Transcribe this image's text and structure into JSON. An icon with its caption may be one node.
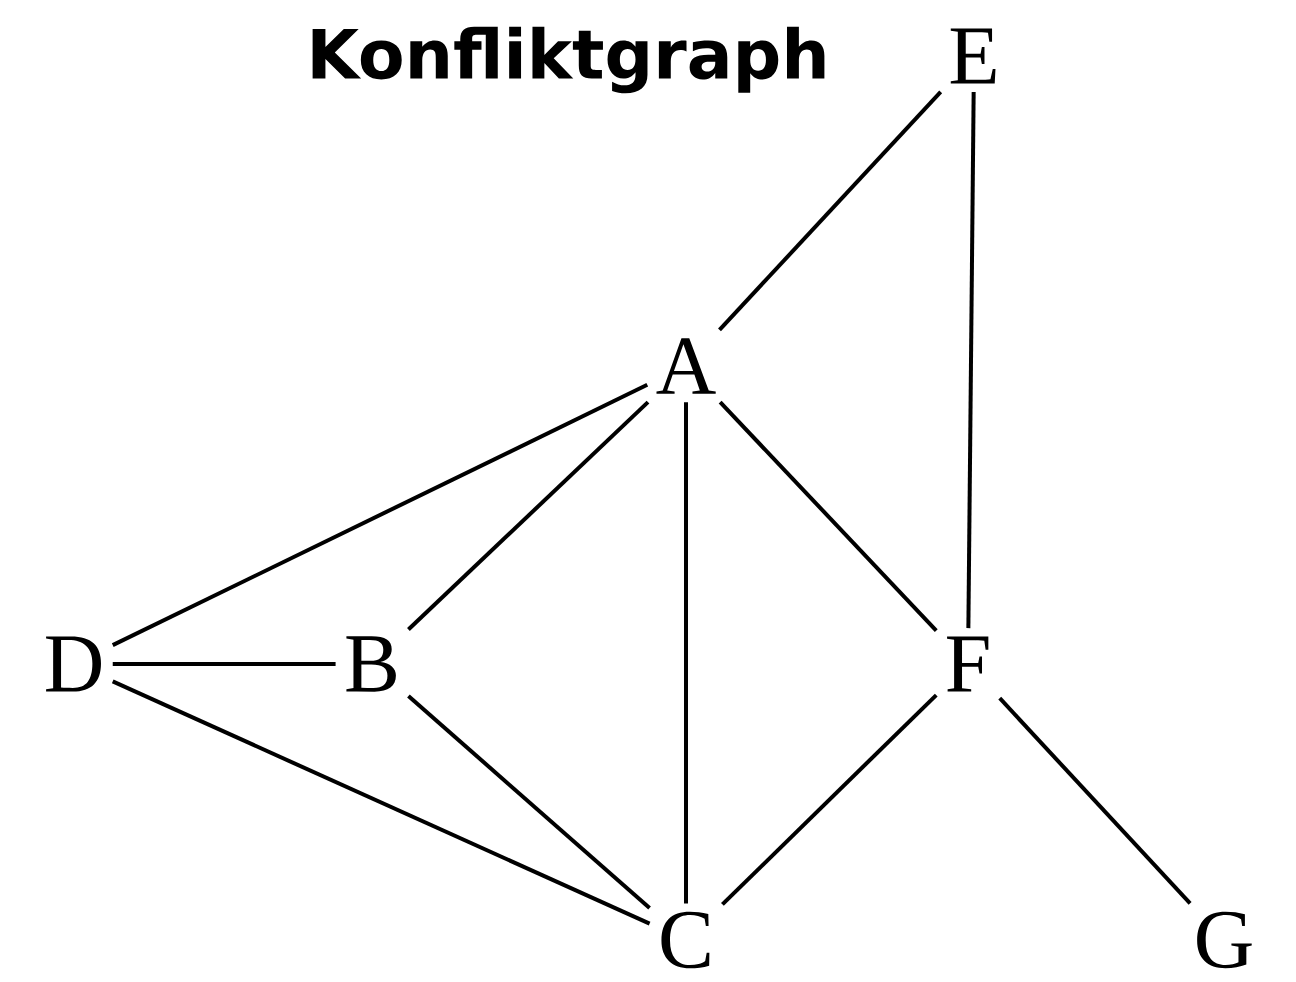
{
  "diagram": {
    "title": "Konfliktgraph",
    "nodes": [
      {
        "text": [
          "E"
        ]
      },
      {
        "text": [
          "A"
        ]
      },
      {
        "text": [
          "D"
        ]
      },
      {
        "text": [
          "B"
        ]
      },
      {
        "text": [
          "F"
        ]
      },
      {
        "text": [
          "C"
        ]
      },
      {
        "text": [
          "G"
        ]
      }
    ],
    "edges": [
      {
        "from": 0,
        "to": 1,
        "arrow": "none"
      },
      {
        "from": 0,
        "to": 4,
        "arrow": "none"
      },
      {
        "from": 1,
        "to": 2,
        "arrow": "none"
      },
      {
        "from": 1,
        "to": 3,
        "arrow": "none"
      },
      {
        "from": 1,
        "to": 5,
        "arrow": "none"
      },
      {
        "from": 1,
        "to": 4,
        "arrow": "none"
      },
      {
        "from": 2,
        "to": 3,
        "arrow": "none"
      },
      {
        "from": 2,
        "to": 5,
        "arrow": "none"
      },
      {
        "from": 3,
        "to": 5,
        "arrow": "none"
      },
      {
        "from": 4,
        "to": 5,
        "arrow": "none"
      },
      {
        "from": 4,
        "to": 6,
        "arrow": "none"
      }
    ]
  }
}
